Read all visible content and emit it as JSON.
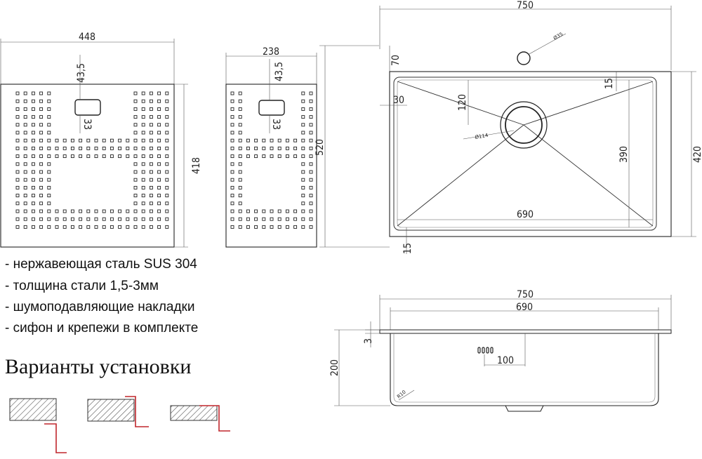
{
  "dimensions": {
    "grid_large_width": "448",
    "grid_large_slot_top": "43,5",
    "grid_large_slot_h": "33",
    "grid_large_height": "418",
    "grid_small_width": "238",
    "grid_small_slot_top": "43,5",
    "grid_small_slot_h": "33",
    "overall_height": "520",
    "top_width": "750",
    "tap_hole": "Ø35",
    "tap_offset": "70",
    "bowl_edge": "30",
    "drain_offset": "120",
    "drain_diameter": "Ø114",
    "corner": "15",
    "bowl_depth": "390",
    "rim_depth": "420",
    "bowl_width": "690",
    "bottom_margin": "15",
    "side_width": "750",
    "side_bowl_width": "690",
    "rim_thickness": "3",
    "overflow": "100",
    "depth": "200",
    "bottom_radius": "R10"
  },
  "features": [
    "- нержавеющая сталь SUS 304",
    "- толщина стали 1,5-3мм",
    "- шумоподавляющие накладки",
    "- сифон и крепежи в комплекте"
  ],
  "install": {
    "title": "Варианты установки",
    "accent_color": "#c0262c"
  }
}
